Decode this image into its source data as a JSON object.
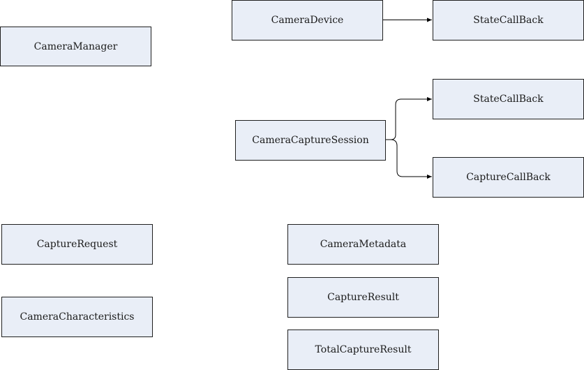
{
  "nodes": {
    "camera_manager": "CameraManager",
    "camera_device": "CameraDevice",
    "device_state_callback": "StateCallBack",
    "camera_capture_session": "CameraCaptureSession",
    "session_state_callback": "StateCallBack",
    "capture_callback": "CaptureCallBack",
    "capture_request": "CaptureRequest",
    "camera_characteristics": "CameraCharacteristics",
    "camera_metadata": "CameraMetadata",
    "capture_result": "CaptureResult",
    "total_capture_result": "TotalCaptureResult"
  },
  "colors": {
    "node_fill": "#e9eef7",
    "node_border": "#1f1f1f",
    "edge": "#000000"
  }
}
